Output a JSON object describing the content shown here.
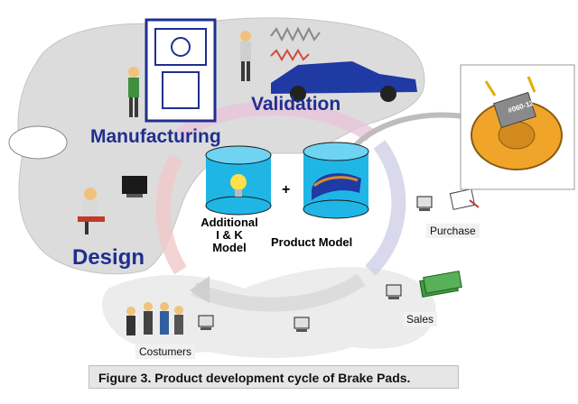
{
  "diagram": {
    "stages": {
      "manufacturing": "Manufacturing",
      "validation": "Validation",
      "design": "Design"
    },
    "models": {
      "additional_line1": "Additional",
      "additional_line2": "I & K",
      "additional_line3": "Model",
      "plus": "+",
      "product": "Product Model"
    },
    "nodes": {
      "purchase": "Purchase",
      "sales": "Sales",
      "costumers": "Costumers"
    },
    "inset_label": "#060-12",
    "caption": "Figure 3. Product development cycle of Brake Pads."
  },
  "colors": {
    "stage_text": "#1f2f8f",
    "cloud": "#d9d9d9",
    "cylinder": "#1fb6e6",
    "car": "#1f3aa3",
    "disc": "#f0a52a"
  }
}
